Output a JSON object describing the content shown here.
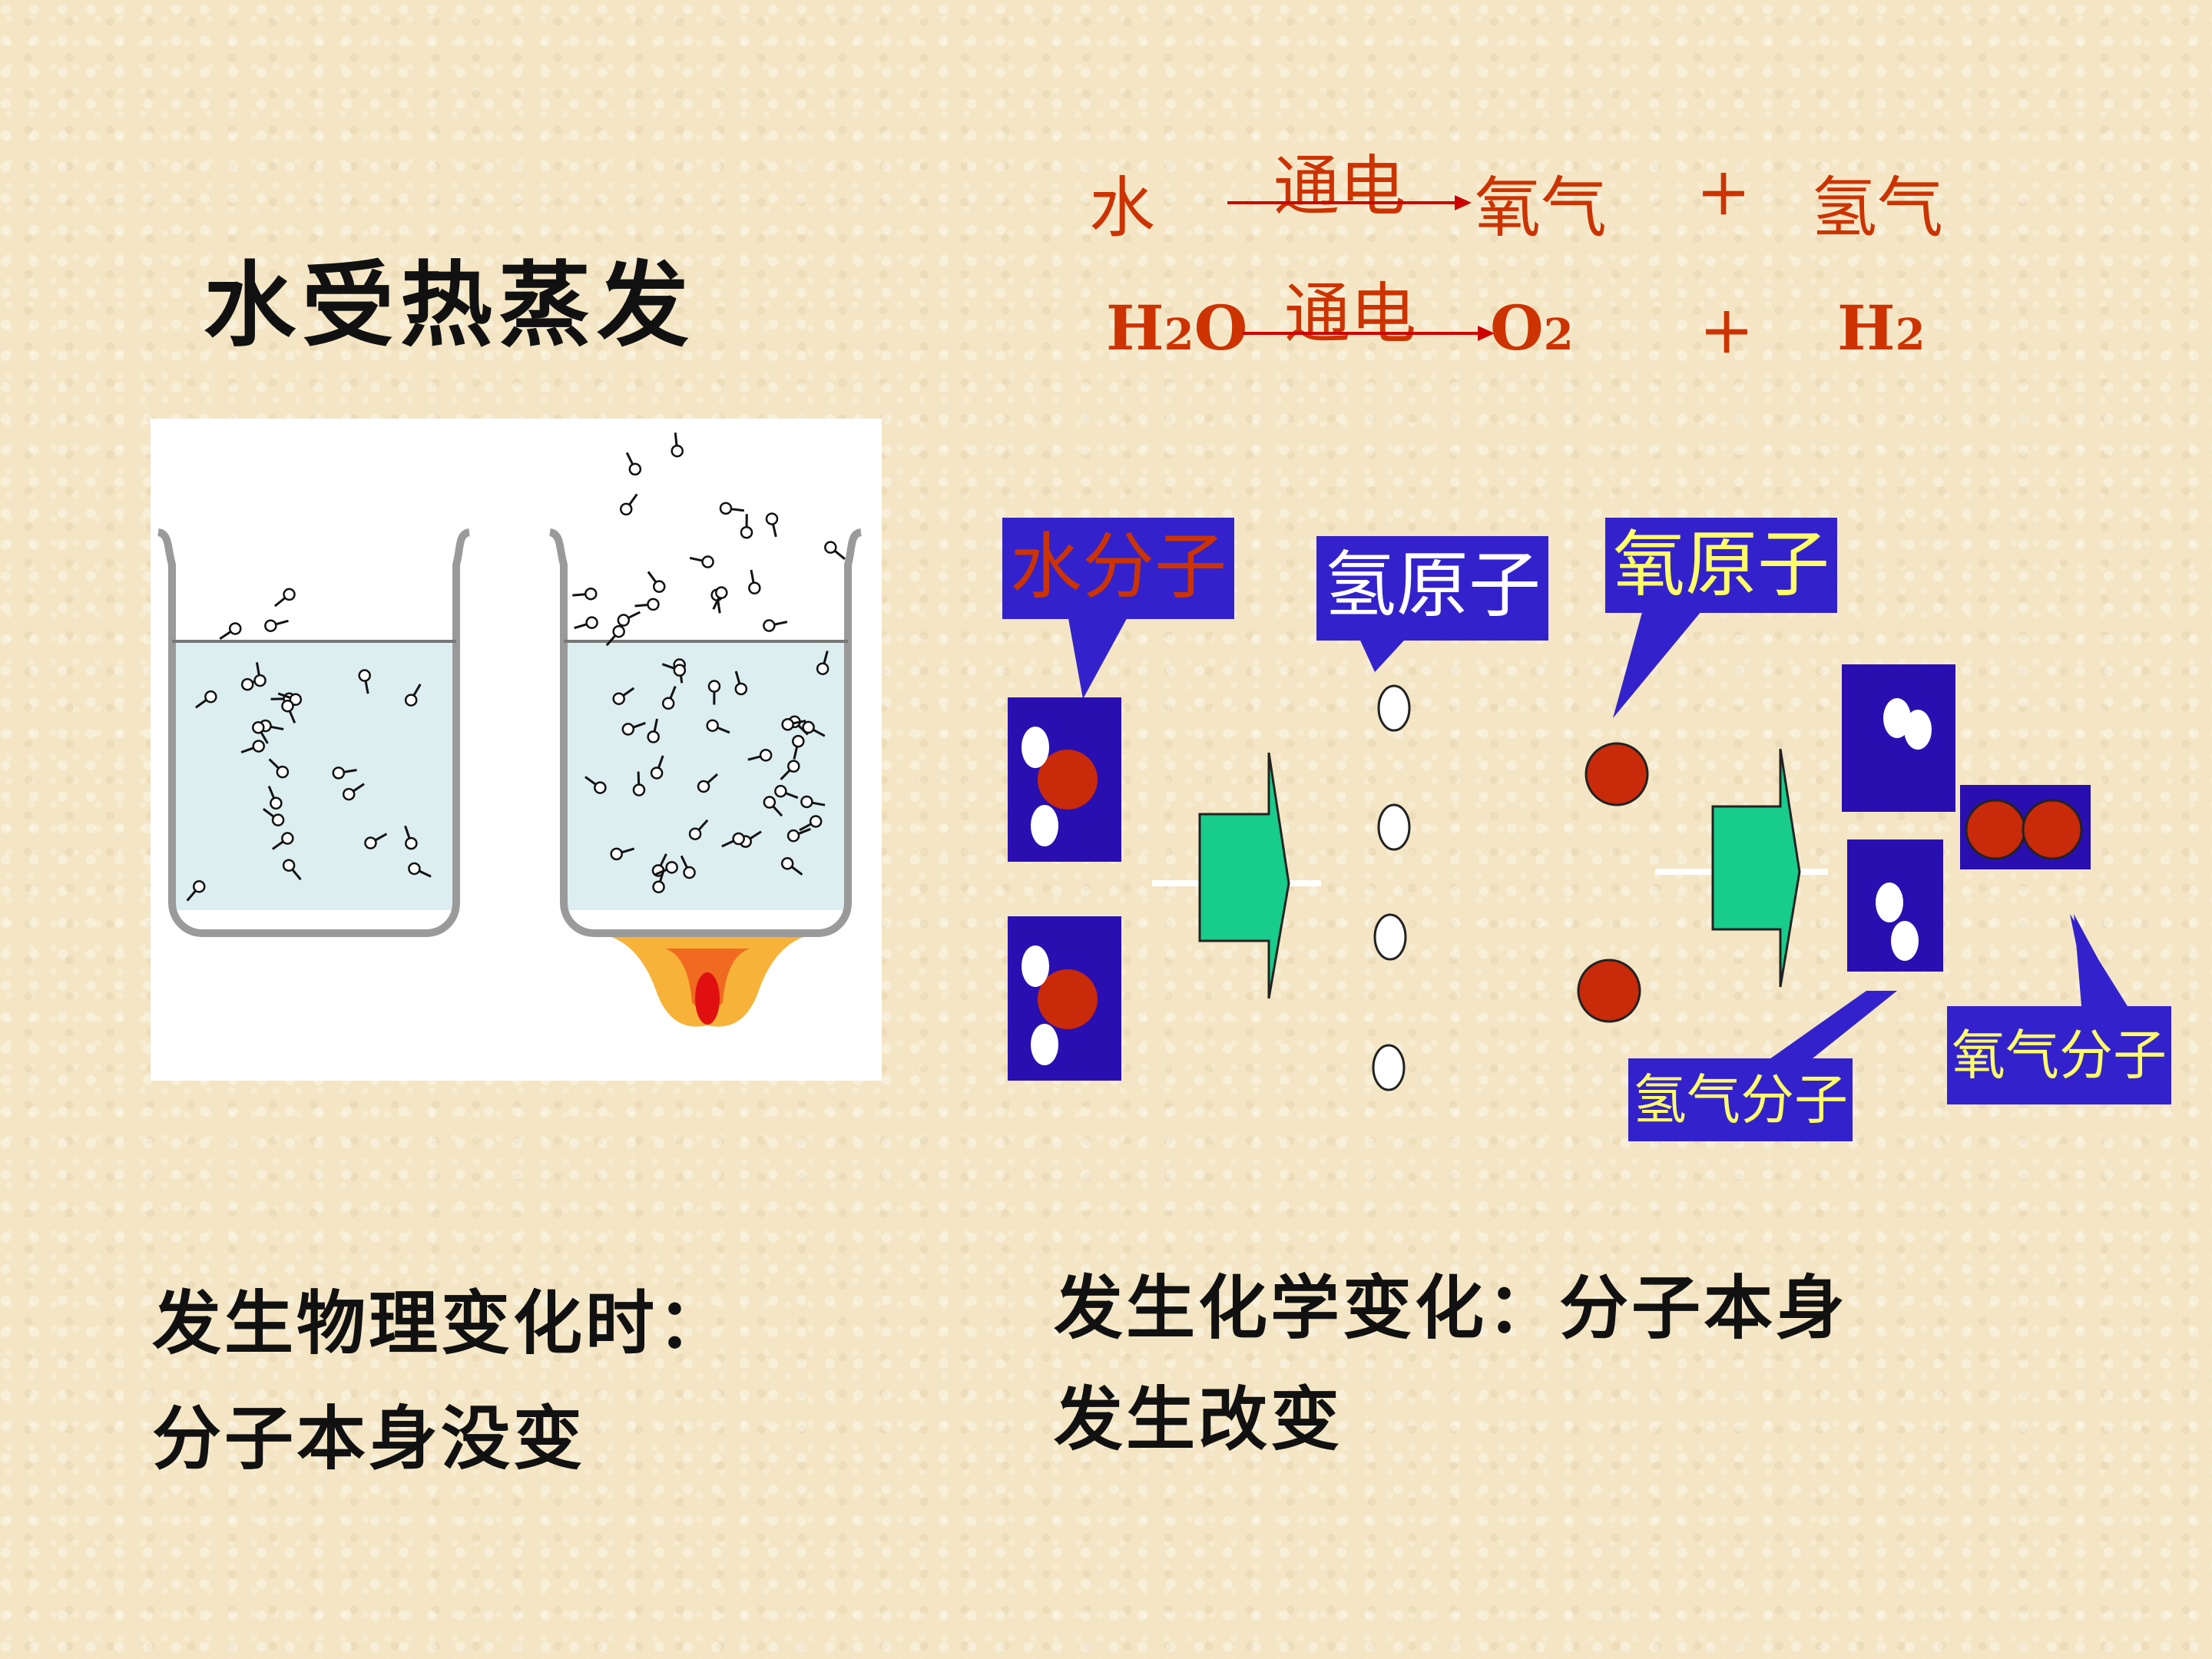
{
  "title": "水受热蒸发",
  "equation": {
    "line1": {
      "reactant": "水",
      "condition": "通电",
      "product1": "氧气",
      "plus": "+",
      "product2": "氢气"
    },
    "line2": {
      "reactant_main": "H",
      "reactant_sub": "2",
      "reactant_tail": "O",
      "condition": "通电",
      "product1_main": "O",
      "product1_sub": "2",
      "plus": "+",
      "product2_main": "H",
      "product2_sub": "2"
    }
  },
  "labels": {
    "water_molecule": "水分子",
    "hydrogen_atom": "氢原子",
    "oxygen_atom": "氧原子",
    "hydrogen_molecule": "氢气分子",
    "oxygen_molecule": "氧气分子"
  },
  "bottom": {
    "physical_line1": "发生物理变化时：",
    "physical_line2": "分子本身没变",
    "chemical_line1": "发生化学变化：分子本身",
    "chemical_line2": "发生改变"
  },
  "colors": {
    "red_text": "#cc3300",
    "label_bg": "#3322cc",
    "molecule_box": "#2a0fb0",
    "oxygen_atom": "#c82a0a",
    "arrow_fill": "#18cc8c",
    "yellow_text": "#ffff66"
  },
  "icons": [
    "beaker-icon",
    "flame-icon",
    "block-arrow-icon"
  ]
}
